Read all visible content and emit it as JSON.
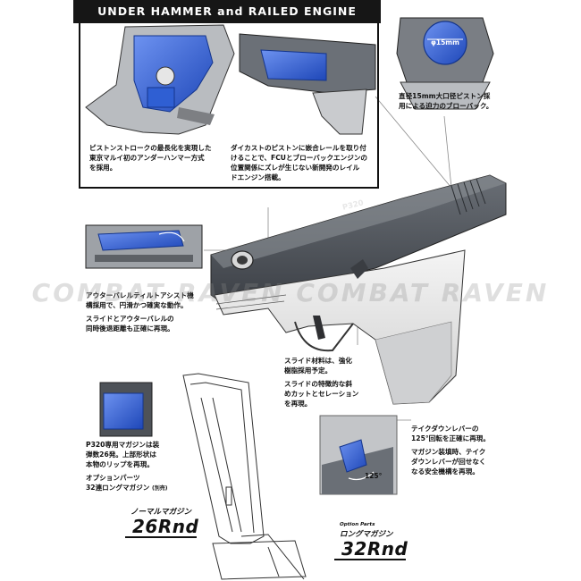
{
  "header": {
    "title": "UNDER HAMMER and RAILED ENGINE"
  },
  "captions": {
    "piston_stroke": [
      "ピストンストロークの最長化を実現した",
      "東京マルイ初のアンダーハンマー方式",
      "を採用。"
    ],
    "die_cast": [
      "ダイカストのピストンに嵌合レールを取り付",
      "けることで、FCUとブローバックエンジンの",
      "位置関係にズレが生じない新開発のレイル",
      "ドエンジン搭載。"
    ],
    "piston_diameter": [
      "直径15mm大口径ピストン採",
      "用による迫力のブローバック。"
    ],
    "outer_barrel": [
      "アウターバレルティルトアシスト機",
      "構採用で、円滑かつ確実な動作。"
    ],
    "slide_barrel": [
      "スライドとアウターバレルの",
      "同時後退距離も正確に再現。"
    ],
    "slide_material": [
      "スライド材料は、強化",
      "樹脂採用予定。"
    ],
    "slide_cut": [
      "スライドの特徴的な斜",
      "めカットとセレーション",
      "を再現。"
    ],
    "takedown": [
      "テイクダウンレバーの",
      "125°回転を正確に再現。"
    ],
    "safety": [
      "マガジン装填時、テイク",
      "ダウンレバーが回せなく",
      "なる安全機構を再現。"
    ],
    "magazine": [
      "P320専用マガジンは装",
      "弾数26発。上部形状は",
      "本物のリップを再現。"
    ],
    "option": [
      "オプションパーツ",
      "32連ロングマガジン"
    ],
    "option_note": "(別売)"
  },
  "labels": {
    "diameter": "φ15mm",
    "angle": "125°",
    "slide_mark": "P320"
  },
  "magazines": {
    "normal_label": "ノーマルマガジン",
    "normal_rounds": "26Rnd",
    "option_parts": "Option Parts",
    "long_label": "ロングマガジン",
    "long_rounds": "32Rnd"
  },
  "watermark": "COMBAT RAVEN   COMBAT RAVEN",
  "colors": {
    "accent_blue": "#2f5fd3",
    "frame_dark": "#161616",
    "line_gray": "#8a8a8a"
  }
}
